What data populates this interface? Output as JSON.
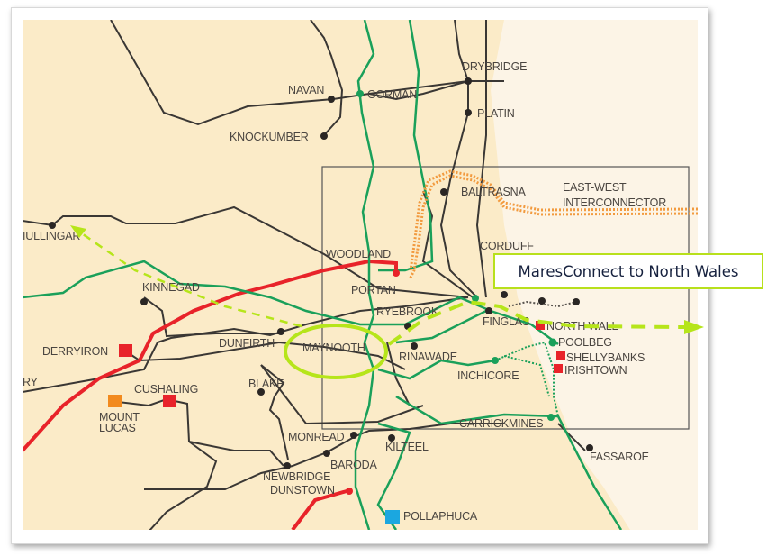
{
  "callout": {
    "text": "MaresConnect to North Wales"
  },
  "colors": {
    "land": "#fbebc8",
    "sea": "#fcf4e6",
    "line_220kv": "#3a3734",
    "line_400kv": "#e8232a",
    "line_green": "#1aa05a",
    "interconnector": "#f29a3e",
    "highlight": "#b6e51a"
  },
  "legend_note": "",
  "stations": {
    "navan": "NAVAN",
    "gorman": "GORMAN",
    "knockumber": "KNOCKUMBER",
    "drybridge": "DRYBRIDGE",
    "platin": "PLATIN",
    "baltrasna": "BALTRASNA",
    "ew1": "EAST-WEST",
    "ew2": "INTERCONNECTOR",
    "mullingar": "IULLINGAR",
    "woodland": "WOODLAND",
    "corduff": "CORDUFF",
    "portan": "PORTAN",
    "kinnegad": "KINNEGAD",
    "ryebrook": "RYEBROOK",
    "finglas": "FINGLAS",
    "northwall": "NORTH WALL",
    "poolbeg": "POOLBEG",
    "shellybanks": "SHELLYBANKS",
    "irishtown": "IRISHTOWN",
    "derryiron": "DERRYIRON",
    "dunfirth": "DUNFIRTH",
    "maynooth": "MAYNOOTH",
    "rinawade": "RINAWADE",
    "inchicore": "INCHICORE",
    "ry": "RY",
    "blake": "BLAKE",
    "cushaling": "CUSHALING",
    "mount": "MOUNT",
    "lucas": "LUCAS",
    "carrickmines": "CARRICKMINES",
    "monread": "MONREAD",
    "kilteel": "KILTEEL",
    "fassaroe": "FASSAROE",
    "baroda": "BARODA",
    "newbridge": "NEWBRIDGE",
    "dunstown": "DUNSTOWN",
    "pollaphuca": "POLLAPHUCA"
  }
}
